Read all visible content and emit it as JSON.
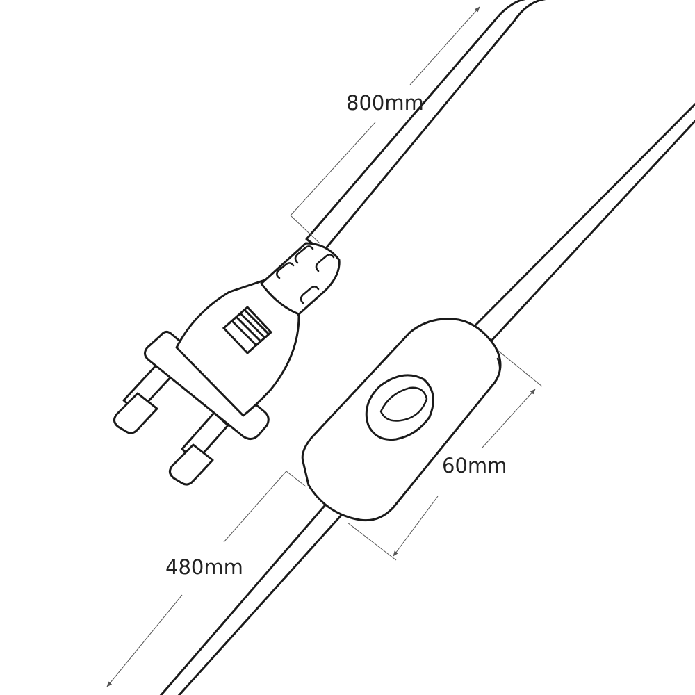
{
  "dimensions": {
    "cord_to_plug": "800mm",
    "switch_length": "60mm",
    "cord_below_switch": "480mm"
  },
  "colors": {
    "line": "#1a1a1a",
    "dimension_line": "#555555",
    "background": "#ffffff"
  }
}
